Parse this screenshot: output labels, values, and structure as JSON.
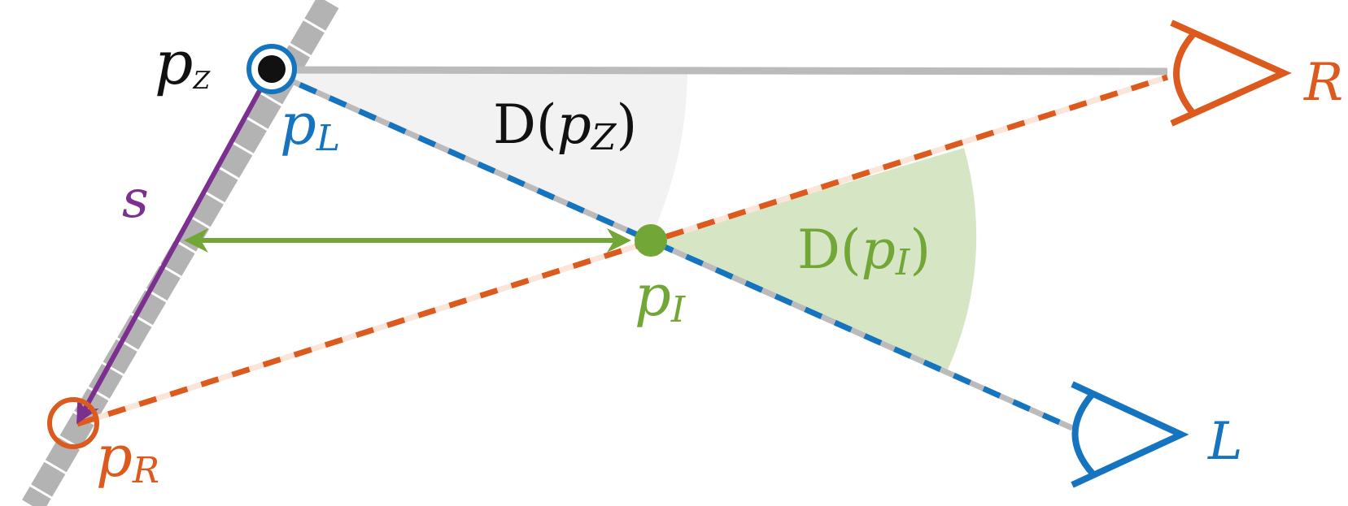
{
  "labels": {
    "pz": {
      "main": "p",
      "sub": "Z"
    },
    "pl": {
      "main": "p",
      "sub": "L"
    },
    "pr": {
      "main": "p",
      "sub": "R"
    },
    "pi": {
      "main": "p",
      "sub": "I"
    },
    "s": "s",
    "R": "R",
    "L": "L",
    "dpz": {
      "open": "D(",
      "main": "p",
      "sub": "Z",
      "close": ")"
    },
    "dpi": {
      "open": "D(",
      "main": "p",
      "sub": "I",
      "close": ")"
    }
  },
  "colors": {
    "orange": "#dd5a1e",
    "blue": "#1574c0",
    "green": "#72a637",
    "purple": "#7b2f8e",
    "gray": "#bbbbbb",
    "light_gray_fill": "#f2f2f2",
    "light_green_fill": "#d6e6c5",
    "black": "#111111"
  }
}
